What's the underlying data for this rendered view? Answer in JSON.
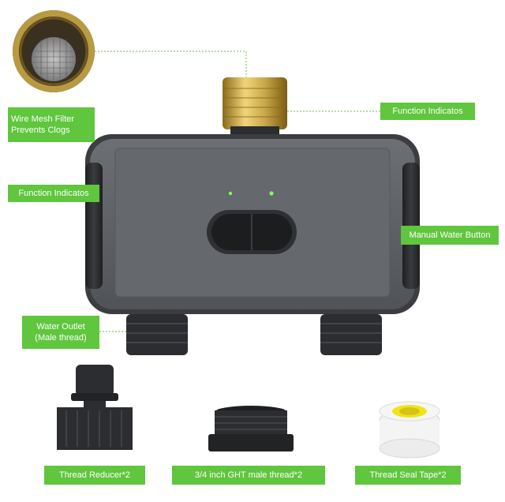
{
  "labels": {
    "filter": "Wire Mesh Filter\nPrevents Clogs",
    "function_top": "Function Indicatos",
    "function_left": "Function Indicatos",
    "manual_button": "Manual Water Button",
    "water_outlet": "Water Outlet\n(Male thread)",
    "thread_reducer": "Thread Reducer*2",
    "ght_thread": "3/4 inch GHT male thread*2",
    "seal_tape": "Thread Seal Tape*2"
  },
  "colors": {
    "accent": "#5fc63d",
    "body": "#5f6266",
    "body_dark": "#3b3d40",
    "brass": "#c9a84a",
    "fitting": "#2b2d30",
    "led": "#7dff5a",
    "tape": "#f3e21a"
  }
}
